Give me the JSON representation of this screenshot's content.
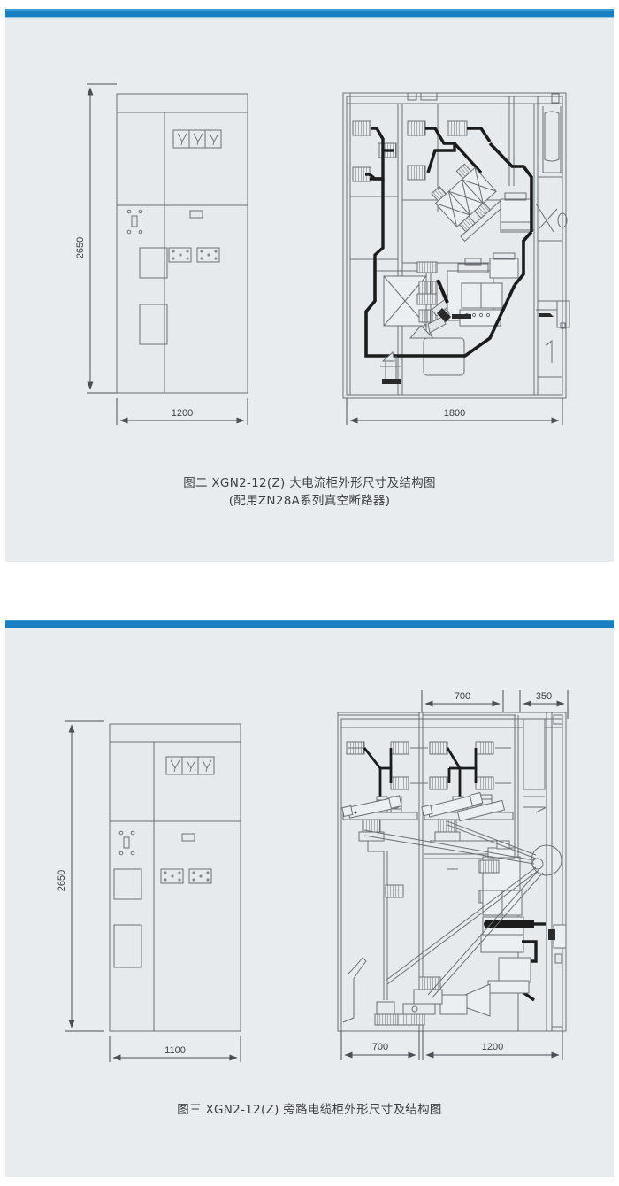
{
  "page": {
    "background_color": "#ffffff",
    "panel_color": "#e8ecee",
    "accent_color": "#1a7fc1",
    "line_color": "#6b7076",
    "dark_line_color": "#1c1c1c"
  },
  "figure_2": {
    "caption_line_1": "图二  XGN2-12(Z)  大电流柜外形尺寸及结构图",
    "caption_line_2": "(配用ZN28A系列真空断路器)",
    "front_view": {
      "height_dimension": "2650",
      "width_dimension": "1200"
    },
    "section_view": {
      "width_dimension": "1800"
    }
  },
  "figure_3": {
    "caption_line_1": "图三  XGN2-12(Z)  旁路电缆柜外形尺寸及结构图",
    "front_view": {
      "height_dimension": "2650",
      "width_dimension": "1100"
    },
    "section_view": {
      "top_dimension_1": "700",
      "top_dimension_2": "350",
      "bottom_dimension_1": "700",
      "bottom_dimension_2": "1200"
    }
  }
}
